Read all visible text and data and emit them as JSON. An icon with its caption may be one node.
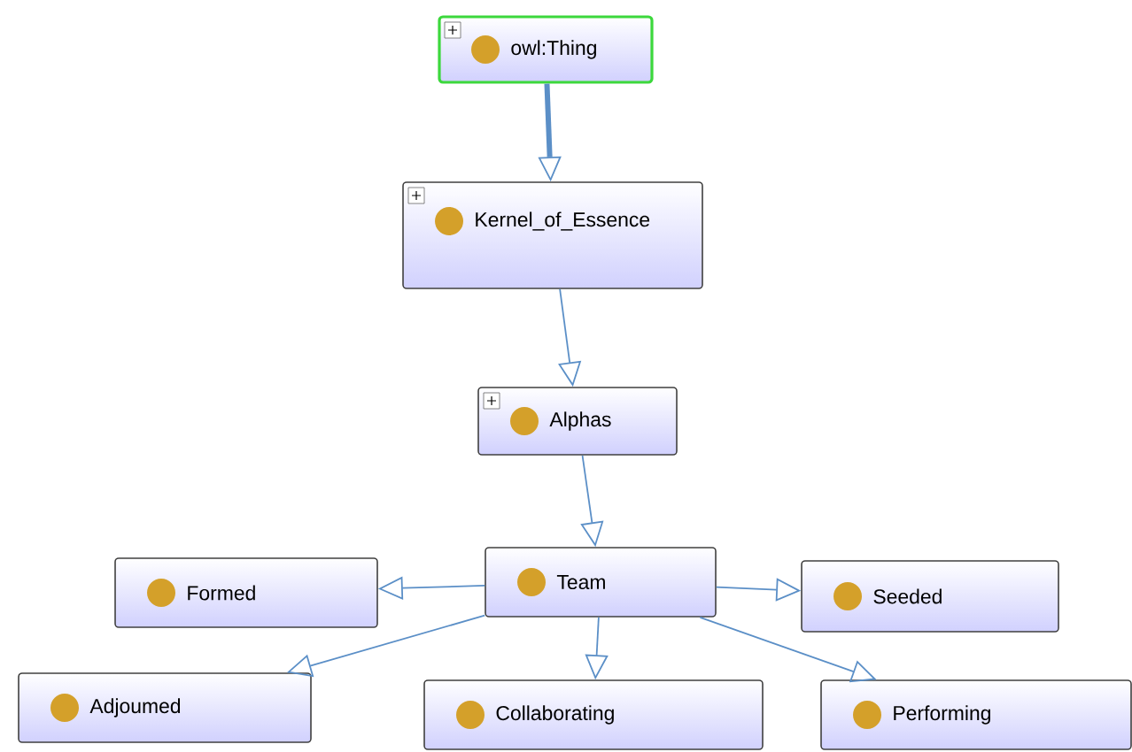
{
  "diagram": {
    "nodes": [
      {
        "text": [
          "owl:Thing"
        ]
      },
      {
        "text": [
          "Kernel_of_Essence"
        ]
      },
      {
        "text": [
          "Alphas"
        ]
      },
      {
        "text": [
          "Team"
        ]
      },
      {
        "text": [
          "Formed"
        ]
      },
      {
        "text": [
          "Seeded"
        ]
      },
      {
        "text": [
          "Adjoumed"
        ]
      },
      {
        "text": [
          "Collaborating"
        ]
      },
      {
        "text": [
          "Performing"
        ]
      }
    ],
    "edges": [
      {
        "from": 0,
        "to": 1,
        "arrow": "to",
        "style": "thick"
      },
      {
        "from": 1,
        "to": 2,
        "arrow": "to"
      },
      {
        "from": 2,
        "to": 3,
        "arrow": "to"
      },
      {
        "from": 3,
        "to": 4,
        "arrow": "to"
      },
      {
        "from": 3,
        "to": 5,
        "arrow": "to"
      },
      {
        "from": 3,
        "to": 6,
        "arrow": "to"
      },
      {
        "from": 3,
        "to": 7,
        "arrow": "to"
      },
      {
        "from": 3,
        "to": 8,
        "arrow": "to"
      }
    ]
  }
}
